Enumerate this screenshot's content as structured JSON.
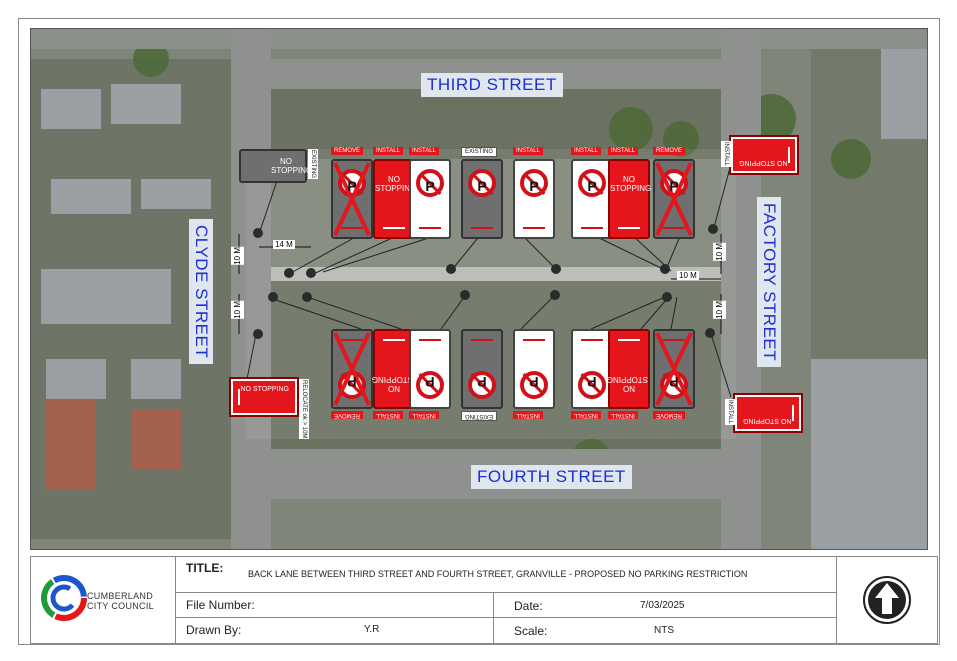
{
  "map": {
    "streets": {
      "north": "THIRD STREET",
      "south": "FOURTH STREET",
      "west": "CLYDE STREET",
      "east": "FACTORY STREET"
    },
    "dimensions": {
      "d1": "14 M",
      "d2": "10 M",
      "d3": "10 M",
      "d4": "10 M",
      "d5": "10 M",
      "d6": "10 M"
    },
    "top_sign_tags": [
      "REMOVE",
      "INSTALL",
      "INSTALL",
      "EXISTING",
      "INSTALL",
      "INSTALL",
      "INSTALL",
      "REMOVE"
    ],
    "bottom_sign_tags": [
      "REMOVE",
      "INSTALL",
      "INSTALL",
      "EXISTING",
      "INSTALL",
      "INSTALL",
      "INSTALL",
      "REMOVE"
    ],
    "no_stopping_text": "NO STOPPING",
    "existing_tag": "EXISTING",
    "install_tag": "INSTALL",
    "relocate_tag": "RELOCATE ok > 10M",
    "colors": {
      "red": "#e4161b",
      "label_blue": "#1b2fd6"
    }
  },
  "title_block": {
    "council_name_line1": "CUMBERLAND",
    "council_name_line2": "CITY COUNCIL",
    "title_label": "TITLE:",
    "title_text": "BACK LANE BETWEEN THIRD STREET AND FOURTH STREET, GRANVILLE - PROPOSED NO PARKING RESTRICTION",
    "file_number_label": "File Number:",
    "file_number_value": "",
    "date_label": "Date:",
    "date_value": "7/03/2025",
    "drawn_by_label": "Drawn By:",
    "drawn_by_value": "Y.R",
    "scale_label": "Scale:",
    "scale_value": "NTS",
    "north_arrow_icon": "north-arrow-icon"
  }
}
